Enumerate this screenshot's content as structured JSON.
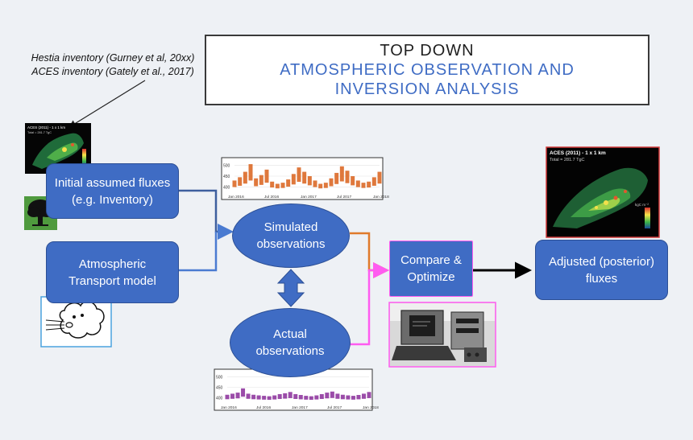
{
  "title": {
    "line1": "TOP DOWN",
    "line2": "ATMOSPHERIC OBSERVATION AND",
    "line3": "INVERSION ANALYSIS"
  },
  "inventory_note": {
    "line1": "Hestia inventory (Gurney et al, 20xx)",
    "line2": "ACES inventory (Gately et al., 2017)"
  },
  "nodes": {
    "initial_fluxes": {
      "line1": "Initial assumed fluxes",
      "line2": "(e.g. Inventory)"
    },
    "transport_model": {
      "line1": "Atmospheric",
      "line2": "Transport model"
    },
    "simulated": {
      "line1": "Simulated",
      "line2": "observations"
    },
    "actual": {
      "line1": "Actual",
      "line2": "observations"
    },
    "compare": {
      "line1": "Compare &",
      "line2": "Optimize"
    },
    "adjusted": {
      "line1": "Adjusted (posterior)",
      "line2": "fluxes"
    }
  },
  "maps": {
    "small": {
      "title": "ACES (2011) - 1 x 1 km",
      "subtitle": "Total = 281.7 TgC"
    },
    "large": {
      "title": "ACES (2011) - 1 x 1 km",
      "subtitle": "Total = 281.7 TgC",
      "colorbar_label": "kgC m⁻²"
    }
  },
  "colors": {
    "node_fill": "#3f6cc4",
    "title_blue": "#3f6cc4",
    "simulated_series": "#d9601a",
    "actual_series": "#8a2d9a",
    "compare_border": "#ff5cf0",
    "map_border_large": "#d23b3b"
  },
  "chart_data": [
    {
      "type": "scatter",
      "name_hint": "simulated",
      "x_tick_labels": [
        "Jan 2016",
        "Jul 2016",
        "Jan 2017",
        "Jul 2017",
        "Jan 2018"
      ],
      "y_tick_labels": [
        "400",
        "450",
        "500"
      ],
      "ylim": [
        380,
        520
      ],
      "series": [
        {
          "values": [
            430,
            445,
            470,
            505,
            440,
            455,
            480,
            425,
            415,
            420,
            435,
            460,
            490,
            470,
            450,
            430,
            415,
            420,
            440,
            465,
            495,
            475,
            450,
            430,
            420,
            425,
            445,
            470
          ]
        }
      ],
      "grid": true
    },
    {
      "type": "scatter",
      "name_hint": "actual",
      "x_tick_labels": [
        "Jan 2016",
        "Jul 2016",
        "Jan 2017",
        "Jul 2017",
        "Jan 2018"
      ],
      "y_tick_labels": [
        "400",
        "450",
        "500"
      ],
      "ylim": [
        380,
        520
      ],
      "series": [
        {
          "values": [
            415,
            420,
            425,
            445,
            420,
            415,
            412,
            410,
            408,
            412,
            418,
            422,
            428,
            418,
            414,
            410,
            408,
            412,
            418,
            425,
            430,
            420,
            415,
            412,
            410,
            414,
            420,
            428
          ]
        }
      ],
      "grid": true
    }
  ]
}
